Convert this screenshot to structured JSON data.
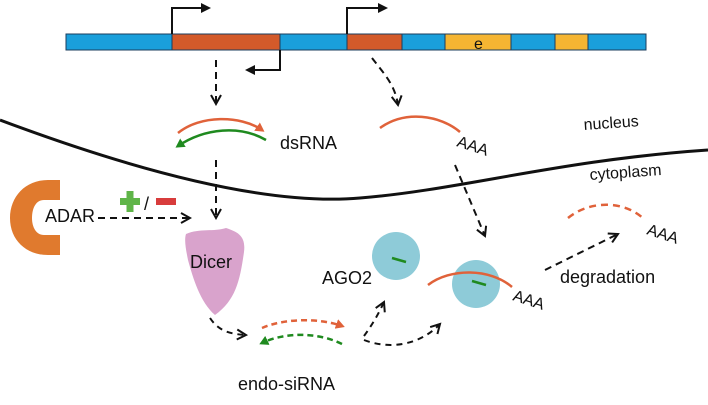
{
  "colors": {
    "dna_blue": "#1a9fdb",
    "dna_orange": "#d35a2a",
    "dna_yellow": "#f5b532",
    "rna_orange": "#e0623a",
    "rna_green": "#1f8a1f",
    "adar": "#e07a2e",
    "dicer": "#d9a3cc",
    "ago2": "#8ecbd8",
    "plus_green": "#5fb548",
    "minus_red": "#d83c3c",
    "arrow": "#111111"
  },
  "labels": {
    "exon": "e",
    "dsrna": "dsRNA",
    "nucleus": "nucleus",
    "cytoplasm": "cytoplasm",
    "adar": "ADAR",
    "plus_minus_sep": "/",
    "dicer": "Dicer",
    "ago2": "AGO2",
    "polya_1": "AAA",
    "polya_2": "AAA",
    "polya_3": "AAA",
    "degradation": "degradation",
    "endo_sirna": "endo-siRNA"
  },
  "icons": {
    "promoter_arrows": [
      "promoter-arrow-icon",
      "antisense-promoter-arrow-icon",
      "promoter-arrow-icon"
    ],
    "regulation": [
      "plus-icon",
      "minus-icon"
    ]
  }
}
